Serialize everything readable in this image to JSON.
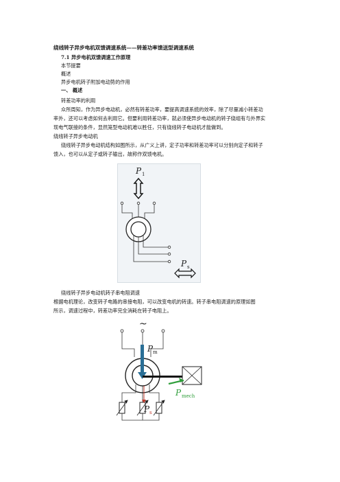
{
  "doc": {
    "title": "绕线转子异步电机双馈调速系统——转差功率馈送型调速系统",
    "section": "7.1  异步电机双馈调速工作原理",
    "lines": {
      "l1": "本节提要",
      "l2": "概述",
      "l3": "异步电机转子附加电动势的作用",
      "h1": "一、  概述",
      "l4": "转差功率的利用",
      "p1a": "众所周知，作为异步电动机，必然有转差功率，要提高调速系统的效率，除了尽量减小转差功",
      "p1b": "率外，还可以考虑如何去利用它。但要利用转差功率，就必须使异步电动机的转子绕组有与外界实",
      "p1c": "现电气联接的条件，显然笼型电动机难以胜任，只有绕线转子电动机才能做到。",
      "l5": "绕线转子异步电动机",
      "p2a": "绕线转子异步电动机结构如图所示，从广义上讲，定子功率和转差功率可以分别向定子和转子",
      "p2b": "馈入，也可以从定子或转子输出，故称作双馈电机。",
      "cap1": "绕线转子异步电动机转子串电阻调速",
      "p3a": "根据电机理论，改变转子电路的串接电阻，可以改变电机的转速。转子串电阻调速的原理如图",
      "p3b": "所示，调速过程中，转差功率完全消耗在转子电阻上。"
    }
  },
  "figure1": {
    "p1_symbol": "P",
    "p1_sub": "1",
    "ps_symbol": "P",
    "ps_sub": "s"
  },
  "figure2": {
    "ac_symbol": "~",
    "pm_symbol": "P",
    "pm_sub": "m",
    "pmech_symbol": "P",
    "pmech_sub": "mech",
    "ps_symbol": "P",
    "ps_sub": "s"
  },
  "colors": {
    "pm_arrow": "#2a6f96",
    "pmech_arrow": "#2e9e3a",
    "ps_arrow": "#c0392b",
    "pmech_text": "#2e9e3a"
  }
}
